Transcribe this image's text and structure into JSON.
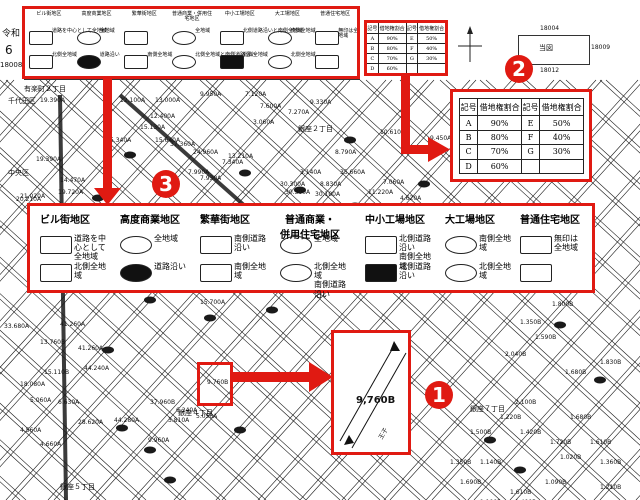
{
  "header": {
    "era": "令和",
    "year": "6",
    "code": "18008"
  },
  "legend_small": {
    "columns": [
      "ビル街地区",
      "高度商業地区",
      "繁華街地区",
      "普通商業・併用住宅地区",
      "中小工場地区",
      "大工場地区",
      "普通住宅地区"
    ],
    "notes_top": [
      "道路を中心として全地域",
      "全地域",
      "",
      "全地域",
      "北側道路沿いと南側全地域",
      "南側全地域",
      "無印は全地域"
    ],
    "notes_bottom": [
      "北側全地域",
      "道路沿い",
      "南側全地域",
      "北側全地域と南側道路沿い",
      "北側全地域",
      "北側全地域",
      ""
    ]
  },
  "ratio_small": {
    "headers": [
      "記号",
      "借地権割合",
      "記号",
      "借地権割合"
    ],
    "rows": [
      [
        "A",
        "90%",
        "E",
        "50%"
      ],
      [
        "B",
        "80%",
        "F",
        "40%"
      ],
      [
        "C",
        "70%",
        "G",
        "30%"
      ],
      [
        "D",
        "60%",
        "",
        ""
      ]
    ]
  },
  "index_map": {
    "top_code": "18004",
    "right_code": "18009",
    "bottom_code": "18012",
    "center_label": "当図"
  },
  "map_labels": {
    "values": [
      "19.390A",
      "12.100A",
      "12.400A",
      "13.000A",
      "9.950A",
      "7.120A",
      "7.600A",
      "7.270A",
      "9.330A",
      "3.060A",
      "15.130A",
      "5.340A",
      "15.640A",
      "37.360A",
      "24.960A",
      "13.210A",
      "19.390A",
      "14.470A",
      "19.720A",
      "21.020A",
      "20.210A",
      "7.340A",
      "7.990A",
      "7.930A",
      "30.300A",
      "3.140A",
      "8.830A",
      "30.300A",
      "30.100A",
      "5.040A",
      "35.160A",
      "8.790A",
      "10.610A",
      "9.450A",
      "11.160A",
      "13.100A",
      "35.660A",
      "11.220A",
      "7.060A",
      "4.620A",
      "33.680A",
      "41.260A",
      "13.760B",
      "41.260A",
      "44.240A",
      "15.110B",
      "18.080A",
      "5.060A",
      "6.630A",
      "28.620A",
      "4.560A",
      "4.660A",
      "15.700A",
      "37.960B",
      "6.240A",
      "44.280A",
      "9.960A",
      "5.050A",
      "9.760B",
      "3.810A",
      "1.350B",
      "1.590B",
      "1.800B",
      "1.680B",
      "1.830B",
      "2.040B",
      "2.100B",
      "1.220B",
      "1.680B",
      "1.140B",
      "1.720B",
      "1.610B",
      "1.360B",
      "1.500B",
      "1.420B",
      "1.610B",
      "1.020B",
      "1.690B",
      "1.090B",
      "1.210B",
      "1.100B",
      "1.400B",
      "1.350B"
    ],
    "area_names": [
      "有楽町２丁目",
      "千代田区",
      "中央区",
      "銀座２丁目",
      "銀座４丁目",
      "銀座５丁目",
      "銀座７丁目"
    ]
  },
  "callout1": {
    "value": "9,760B",
    "sub": "王子"
  },
  "callout2": {
    "headers": [
      "記号",
      "借地権割合",
      "記号",
      "借地権割合"
    ],
    "rows": [
      [
        "A",
        "90%",
        "E",
        "50%"
      ],
      [
        "B",
        "80%",
        "F",
        "40%"
      ],
      [
        "C",
        "70%",
        "G",
        "30%"
      ],
      [
        "D",
        "60%",
        "",
        ""
      ]
    ]
  },
  "callout3": {
    "columns": [
      "ビル街地区",
      "高度商業地区",
      "繁華街地区",
      "普通商業・\n併用住宅地区",
      "中小工場地区",
      "大工場地区",
      "普通住宅地区"
    ],
    "row1": [
      "道路を中\n心として\n全地域",
      "全地域",
      "南側道路\n沿い",
      "全地域",
      "北側道路\n沿い\n南側全地\n域",
      "南側全地\n域",
      "無印は\n全地域"
    ],
    "row2": [
      "北側全地\n域",
      "道路沿い",
      "南側全地\n域",
      "北側全地\n域\n南側道路\n沿い",
      "北側道路\n沿い",
      "北側全地\n域",
      ""
    ]
  },
  "badges": [
    "1",
    "2",
    "3"
  ],
  "colors": {
    "callout_red": "#e01a12",
    "arrow_red": "#e01a12",
    "line": "#1a1a1a",
    "text": "#111111"
  }
}
